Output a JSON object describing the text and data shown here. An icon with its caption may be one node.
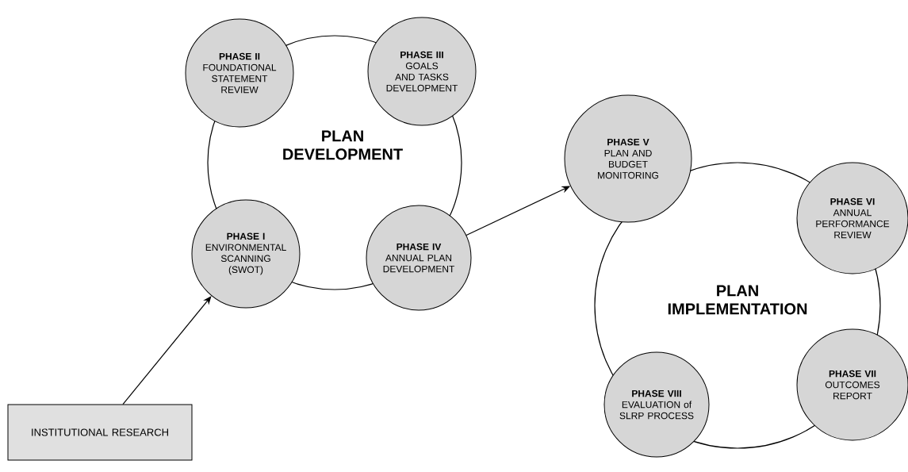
{
  "diagram": {
    "nodes": [
      {
        "text": [
          "PLAN DEVELOPMENT"
        ]
      },
      {
        "text": [
          "PHASE II",
          "FOUNDATIONAL STATEMENT REVIEW"
        ]
      },
      {
        "text": [
          "PHASE III",
          "GOALS AND TASKS DEVELOPMENT"
        ]
      },
      {
        "text": [
          "PHASE I",
          "ENVIRONMENTAL SCANNING (SWOT)"
        ]
      },
      {
        "text": [
          "PHASE IV",
          "ANNUAL PLAN DEVELOPMENT"
        ]
      },
      {
        "text": [
          "PLAN IMPLEMENTATION"
        ]
      },
      {
        "text": [
          "PHASE V",
          "PLAN AND BUDGET MONITORING"
        ]
      },
      {
        "text": [
          "PHASE VI",
          "ANNUAL PERFORMANCE REVIEW"
        ]
      },
      {
        "text": [
          "PHASE VIII",
          "EVALUATION of SLRP PROCESS"
        ]
      },
      {
        "text": [
          "PHASE VII",
          "OUTCOMES REPORT"
        ]
      },
      {
        "text": [
          "INSTITUTIONAL RESEARCH"
        ]
      }
    ],
    "edges": [
      {
        "from": 10,
        "to": 3,
        "arrow": "to"
      },
      {
        "from": 4,
        "to": 6,
        "arrow": "to"
      }
    ]
  }
}
